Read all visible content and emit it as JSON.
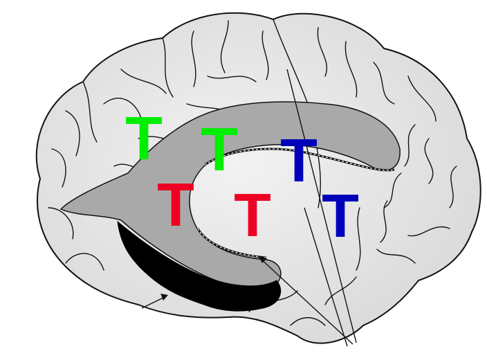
{
  "colors": {
    "background": "#ffffff",
    "brain_fill": "#e4e4e4",
    "brain_highlight": "#f2f2f2",
    "outline": "#111111",
    "shaded_region": "#a9a9a9",
    "dark_region": "#000000",
    "green": "#00ee00",
    "red": "#ee0022",
    "blue": "#0000bb"
  },
  "markers": [
    {
      "text": "T",
      "color": "green"
    },
    {
      "text": "T",
      "color": "green"
    },
    {
      "text": "T",
      "color": "blue"
    },
    {
      "text": "T",
      "color": "red"
    },
    {
      "text": "T",
      "color": "red"
    },
    {
      "text": "T",
      "color": "blue"
    }
  ]
}
